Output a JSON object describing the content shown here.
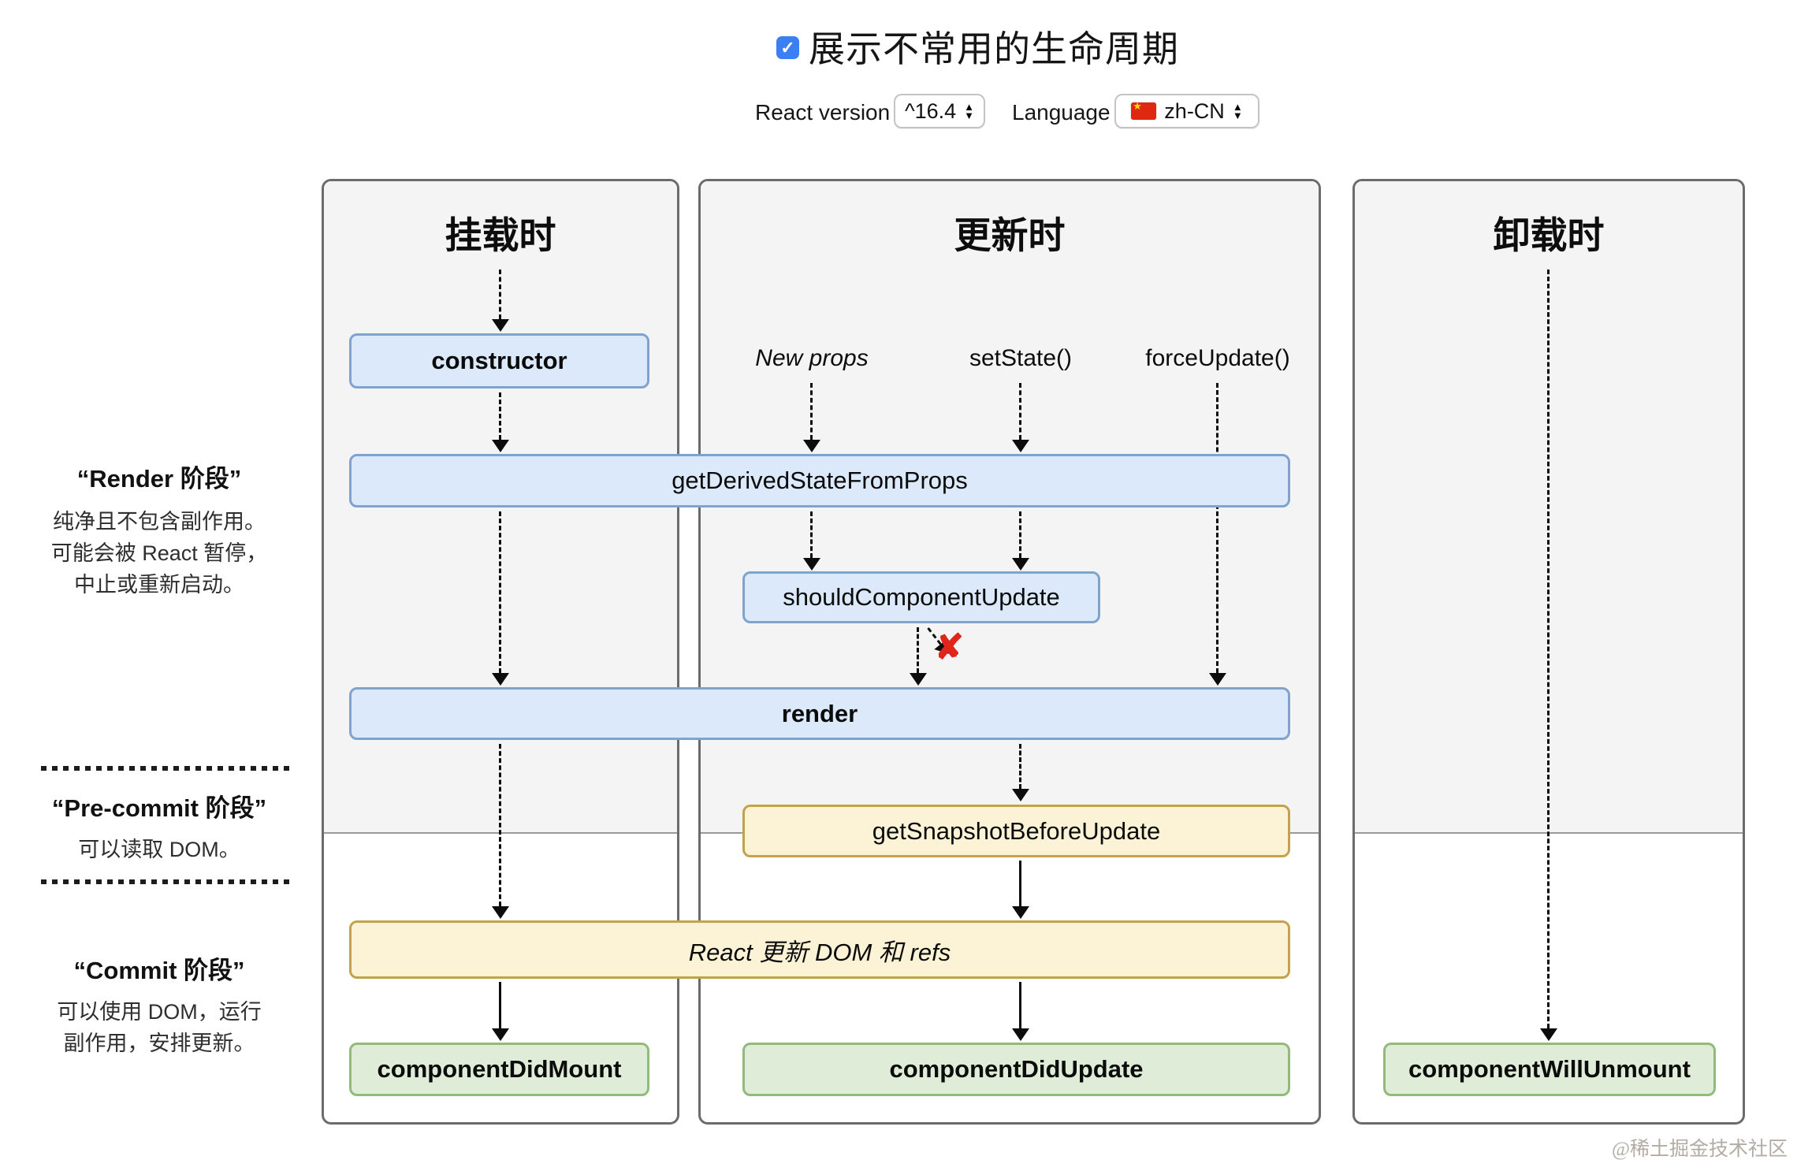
{
  "header": {
    "show_less_common_label": "展示不常用的生命周期",
    "react_version_label": "React version",
    "react_version_value": "^16.4",
    "language_label": "Language",
    "language_value": "zh-CN"
  },
  "icons": {
    "check": "✓",
    "stepper_up": "▲",
    "stepper_down": "▼",
    "reject_cross": "✘"
  },
  "phases": {
    "render": {
      "title": "“Render 阶段”",
      "lines": [
        "纯净且不包含副作用。",
        "可能会被 React 暂停，",
        "中止或重新启动。"
      ]
    },
    "pre_commit": {
      "title": "“Pre-commit 阶段”",
      "lines": [
        "可以读取 DOM。"
      ]
    },
    "commit": {
      "title": "“Commit 阶段”",
      "lines": [
        "可以使用 DOM，运行",
        "副作用，安排更新。"
      ]
    }
  },
  "columns": {
    "mounting": "挂载时",
    "updating": "更新时",
    "unmounting": "卸载时"
  },
  "triggers": {
    "new_props": "New props",
    "set_state": "setState()",
    "force_update": "forceUpdate()"
  },
  "methods": {
    "ctor": "constructor",
    "get_derived_state_from_props": "getDerivedStateFromProps",
    "should_component_update": "shouldComponentUpdate",
    "render": "render",
    "get_snapshot_before_update": "getSnapshotBeforeUpdate",
    "react_updates_dom": "React 更新 DOM 和 refs",
    "component_did_mount": "componentDidMount",
    "component_did_update": "componentDidUpdate",
    "component_will_unmount": "componentWillUnmount"
  },
  "colors": {
    "accent_blue": "#3b7ff5",
    "box_blue_bg": "#dbe9fa",
    "box_blue_border": "#7fa3cc",
    "box_yellow_bg": "#fcf3d7",
    "box_yellow_border": "#c3a24d",
    "box_green_bg": "#dfecd7",
    "box_green_border": "#92ba7c",
    "reject_red": "#e0251b",
    "column_gray": "#f4f4f5"
  },
  "watermark": "@稀土掘金技术社区"
}
